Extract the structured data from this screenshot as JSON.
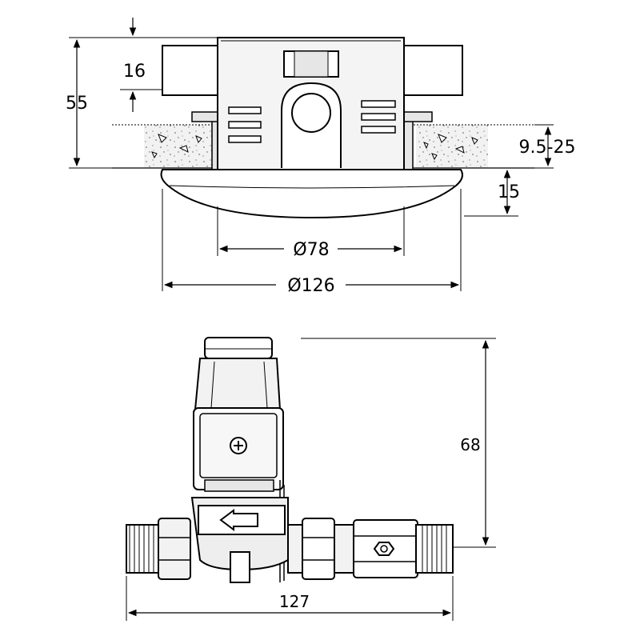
{
  "top_view": {
    "dimensions": {
      "height_overall": "55",
      "height_top": "16",
      "ceiling_thickness": "9.5-25",
      "trim_depth": "15",
      "cutout_diameter": "Ø78",
      "trim_diameter": "Ø126"
    }
  },
  "valve_view": {
    "dimensions": {
      "height": "68",
      "length": "127"
    }
  },
  "colors": {
    "line": "#000000",
    "fill_light": "#f2f2f2",
    "fill_mid": "#e6e6e6",
    "background": "#ffffff"
  }
}
